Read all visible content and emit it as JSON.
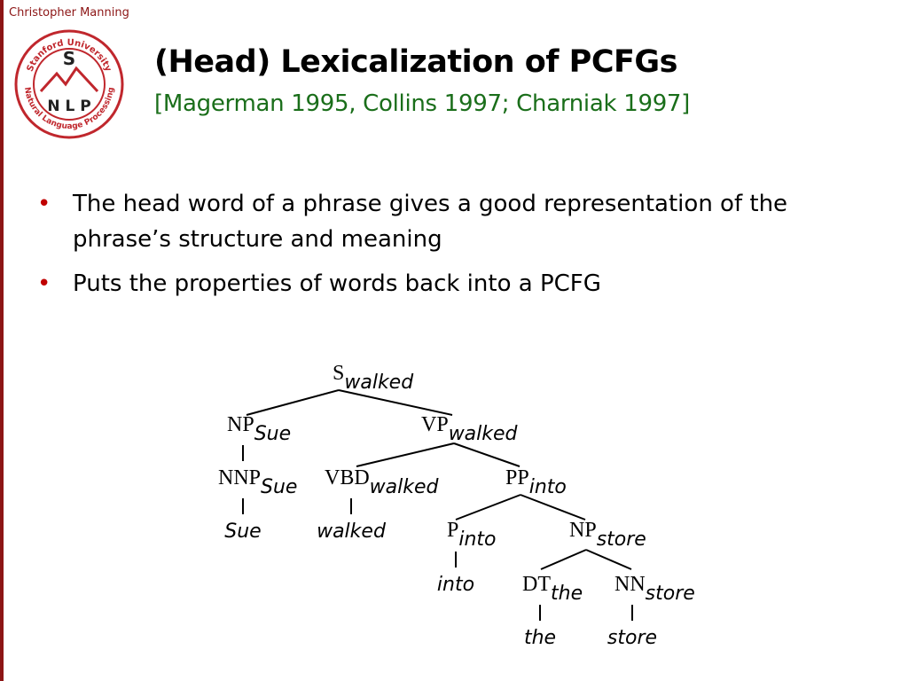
{
  "header": {
    "author": "Christopher Manning",
    "title": "(Head) Lexicalization of PCFGs",
    "subtitle": "[Magerman 1995, Collins 1997; Charniak 1997]"
  },
  "logo": {
    "top_text": "Stanford University",
    "bottom_text": "Natural Language Processing",
    "center_top": "S",
    "center_bottom": "N L P",
    "ring_color": "#c0272d"
  },
  "bullets": [
    {
      "marker": "•",
      "text": "The head word of a phrase gives a good representation of the phrase’s structure and meaning"
    },
    {
      "marker": "•",
      "text": "Puts the properties of words back into a PCFG"
    }
  ],
  "tree": {
    "nodes": {
      "s": {
        "cat": "S",
        "head": "walked"
      },
      "np": {
        "cat": "NP",
        "head": "Sue"
      },
      "vp": {
        "cat": "VP",
        "head": "walked"
      },
      "nnp": {
        "cat": "NNP",
        "head": "Sue"
      },
      "vbd": {
        "cat": "VBD",
        "head": "walked"
      },
      "pp": {
        "cat": "PP",
        "head": "into"
      },
      "p": {
        "cat": "P",
        "head": "into"
      },
      "np2": {
        "cat": "NP",
        "head": "store"
      },
      "dt": {
        "cat": "DT",
        "head": "the"
      },
      "nn": {
        "cat": "NN",
        "head": "store"
      }
    },
    "words": {
      "sue": "Sue",
      "walked": "walked",
      "into": "into",
      "the": "the",
      "store": "store"
    }
  }
}
